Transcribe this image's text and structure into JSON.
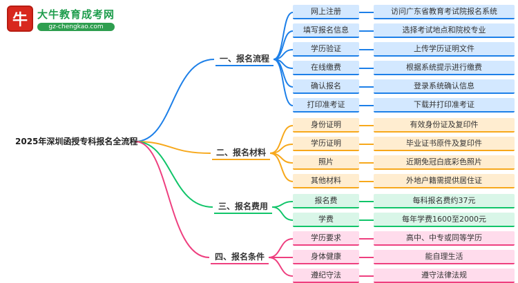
{
  "logo": {
    "icon_text": "牛",
    "site_name": "大牛教育成考网",
    "site_url": "gz-chengkao.com",
    "brand_red": "#d8281e",
    "brand_green": "#2e9e4f"
  },
  "title": "2025年深圳函授专科报名全流程",
  "branches": [
    {
      "label": "一、报名流程",
      "color": "#1c7fe8",
      "items": [
        {
          "label": "网上注册",
          "detail": "访问广东省教育考试院报名系统"
        },
        {
          "label": "填写报名信息",
          "detail": "选择考试地点和院校专业"
        },
        {
          "label": "学历验证",
          "detail": "上传学历证明文件"
        },
        {
          "label": "在线缴费",
          "detail": "根据系统提示进行缴费"
        },
        {
          "label": "确认报名",
          "detail": "登录系统确认信息"
        },
        {
          "label": "打印准考证",
          "detail": "下载并打印准考证"
        }
      ]
    },
    {
      "label": "二、报名材料",
      "color": "#f7a81b",
      "items": [
        {
          "label": "身份证明",
          "detail": "有效身份证及复印件"
        },
        {
          "label": "学历证明",
          "detail": "毕业证书原件及复印件"
        },
        {
          "label": "照片",
          "detail": "近期免冠白底彩色照片"
        },
        {
          "label": "其他材料",
          "detail": "外地户籍需提供居住证"
        }
      ]
    },
    {
      "label": "三、报名费用",
      "color": "#10c469",
      "items": [
        {
          "label": "报名费",
          "detail": "每科报名费约37元"
        },
        {
          "label": "学费",
          "detail": "每年学费1600至2000元"
        }
      ]
    },
    {
      "label": "四、报名条件",
      "color": "#ee3f7f",
      "items": [
        {
          "label": "学历要求",
          "detail": "高中、中专或同等学历"
        },
        {
          "label": "身体健康",
          "detail": "能自理生活"
        },
        {
          "label": "遵纪守法",
          "detail": "遵守法律法规"
        }
      ]
    }
  ]
}
